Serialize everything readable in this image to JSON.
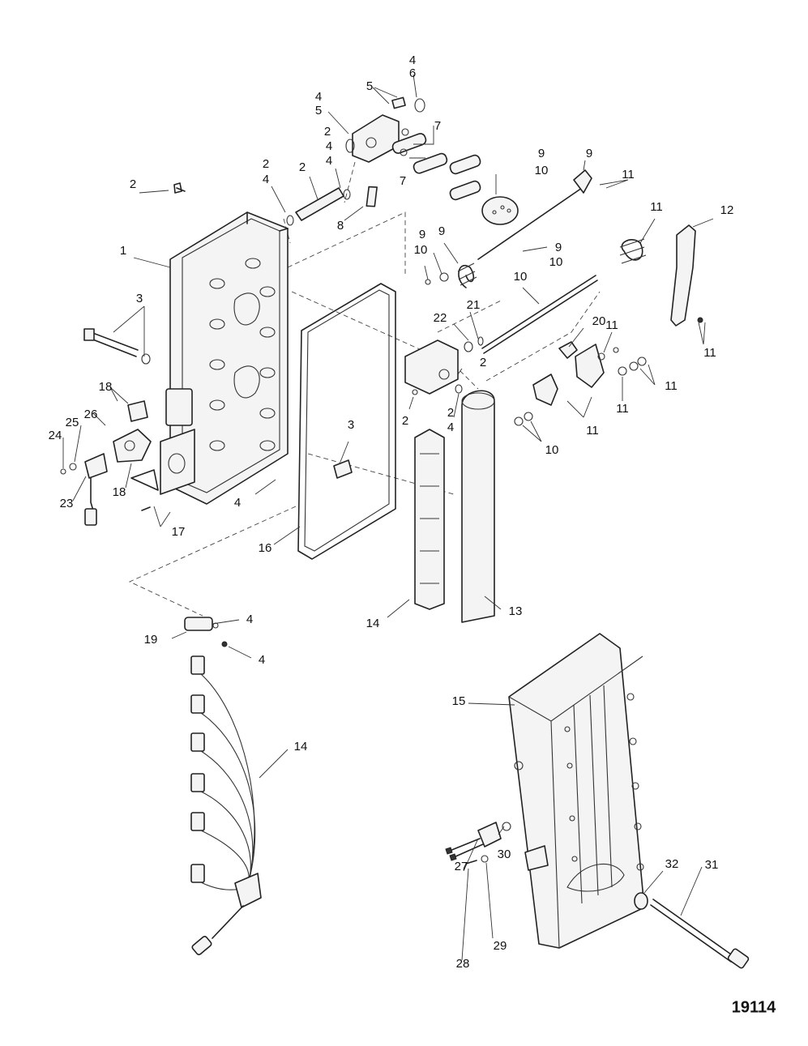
{
  "figure_number": "19114",
  "callouts": [
    {
      "id": "c-4-top",
      "text": "4"
    },
    {
      "id": "c-6-top",
      "text": "6"
    },
    {
      "id": "c-5-top",
      "text": "5"
    },
    {
      "id": "c-4-b",
      "text": "4"
    },
    {
      "id": "c-5-b",
      "text": "5"
    },
    {
      "id": "c-7-a",
      "text": "7"
    },
    {
      "id": "c-7-b",
      "text": "7"
    },
    {
      "id": "c-2-a",
      "text": "2"
    },
    {
      "id": "c-4-c",
      "text": "4"
    },
    {
      "id": "c-2-b",
      "text": "2"
    },
    {
      "id": "c-4-d",
      "text": "4"
    },
    {
      "id": "c-2-c",
      "text": "2"
    },
    {
      "id": "c-2-d",
      "text": "2"
    },
    {
      "id": "c-4-e",
      "text": "4"
    },
    {
      "id": "c-8",
      "text": "8"
    },
    {
      "id": "c-9-a",
      "text": "9"
    },
    {
      "id": "c-10-a",
      "text": "10"
    },
    {
      "id": "c-9-b",
      "text": "9"
    },
    {
      "id": "c-11-a",
      "text": "11"
    },
    {
      "id": "c-11-b",
      "text": "11"
    },
    {
      "id": "c-12",
      "text": "12"
    },
    {
      "id": "c-1",
      "text": "1"
    },
    {
      "id": "c-9-c",
      "text": "9"
    },
    {
      "id": "c-10-b",
      "text": "10"
    },
    {
      "id": "c-9-d",
      "text": "9"
    },
    {
      "id": "c-9-e",
      "text": "9"
    },
    {
      "id": "c-10-c",
      "text": "10"
    },
    {
      "id": "c-3-a",
      "text": "3"
    },
    {
      "id": "c-10-d",
      "text": "10"
    },
    {
      "id": "c-21",
      "text": "21"
    },
    {
      "id": "c-22",
      "text": "22"
    },
    {
      "id": "c-20",
      "text": "20"
    },
    {
      "id": "c-11-c",
      "text": "11"
    },
    {
      "id": "c-11-d",
      "text": "11"
    },
    {
      "id": "c-2-e",
      "text": "2"
    },
    {
      "id": "c-2-f",
      "text": "2"
    },
    {
      "id": "c-2-g",
      "text": "2"
    },
    {
      "id": "c-4-f",
      "text": "4"
    },
    {
      "id": "c-11-e",
      "text": "11"
    },
    {
      "id": "c-11-f",
      "text": "11"
    },
    {
      "id": "c-11-g",
      "text": "11"
    },
    {
      "id": "c-18-a",
      "text": "18"
    },
    {
      "id": "c-26",
      "text": "26"
    },
    {
      "id": "c-25",
      "text": "25"
    },
    {
      "id": "c-24",
      "text": "24"
    },
    {
      "id": "c-23",
      "text": "23"
    },
    {
      "id": "c-18-b",
      "text": "18"
    },
    {
      "id": "c-3-b",
      "text": "3"
    },
    {
      "id": "c-10-e",
      "text": "10"
    },
    {
      "id": "c-4-g",
      "text": "4"
    },
    {
      "id": "c-17",
      "text": "17"
    },
    {
      "id": "c-16",
      "text": "16"
    },
    {
      "id": "c-14-a",
      "text": "14"
    },
    {
      "id": "c-13",
      "text": "13"
    },
    {
      "id": "c-4-h",
      "text": "4"
    },
    {
      "id": "c-19",
      "text": "19"
    },
    {
      "id": "c-4-i",
      "text": "4"
    },
    {
      "id": "c-14-b",
      "text": "14"
    },
    {
      "id": "c-15",
      "text": "15"
    },
    {
      "id": "c-30",
      "text": "30"
    },
    {
      "id": "c-27",
      "text": "27"
    },
    {
      "id": "c-32",
      "text": "32"
    },
    {
      "id": "c-31",
      "text": "31"
    },
    {
      "id": "c-29",
      "text": "29"
    },
    {
      "id": "c-28",
      "text": "28"
    }
  ]
}
